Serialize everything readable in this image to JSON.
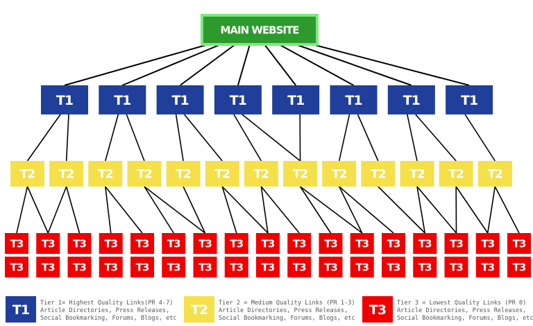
{
  "root": {
    "label": "MAIN WEBSITE",
    "fill": "#2d9a2d",
    "border": "#7de87d"
  },
  "tier1": {
    "label": "T1",
    "count": 8,
    "fill": "#1f3f9a"
  },
  "tier2": {
    "label": "T2",
    "count": 13,
    "fill": "#f5e04a",
    "text_color": "#ffffff"
  },
  "tier3": {
    "label": "T3",
    "count_per_row": 17,
    "rows": 2,
    "fill": "#f00000"
  },
  "edges": {
    "t1_to_t2": [
      [
        0,
        0
      ],
      [
        0,
        1
      ],
      [
        1,
        2
      ],
      [
        1,
        3
      ],
      [
        2,
        4
      ],
      [
        2,
        5
      ],
      [
        3,
        6
      ],
      [
        3,
        7
      ],
      [
        4,
        7
      ],
      [
        5,
        8
      ],
      [
        5,
        9
      ],
      [
        6,
        10
      ],
      [
        6,
        11
      ],
      [
        7,
        12
      ]
    ],
    "t2_to_t3": [
      [
        0,
        0
      ],
      [
        0,
        1
      ],
      [
        1,
        1
      ],
      [
        1,
        2
      ],
      [
        2,
        3
      ],
      [
        2,
        4
      ],
      [
        3,
        5
      ],
      [
        3,
        6
      ],
      [
        4,
        6
      ],
      [
        5,
        7
      ],
      [
        5,
        8
      ],
      [
        6,
        8
      ],
      [
        6,
        9
      ],
      [
        7,
        10
      ],
      [
        7,
        11
      ],
      [
        8,
        11
      ],
      [
        8,
        12
      ],
      [
        9,
        13
      ],
      [
        10,
        13
      ],
      [
        10,
        14
      ],
      [
        11,
        14
      ],
      [
        11,
        15
      ],
      [
        12,
        15
      ],
      [
        12,
        16
      ]
    ]
  },
  "legend": [
    {
      "badge": "T1",
      "color": "#1f3f9a",
      "lines": [
        "Tier 1= Highest Quality Links(PR 4-7)",
        "Article Directories, Press Releases,",
        "Social Bookmarking, Forums, Blogs, etc"
      ]
    },
    {
      "badge": "T2",
      "color": "#f5e04a",
      "lines": [
        "Tier 2 = Medium Quality Links (PR 1-3)",
        "Article Directories, Press Releases,",
        "Social Bookmarking, Forums, Blogs, etc"
      ]
    },
    {
      "badge": "T3",
      "color": "#f00000",
      "lines": [
        "Tier 3 = Lowest Quality Links (PR 0)",
        "Article Directories, Press Releases,",
        "Social Bookmarking, Forums, Blogs, etc"
      ]
    }
  ]
}
